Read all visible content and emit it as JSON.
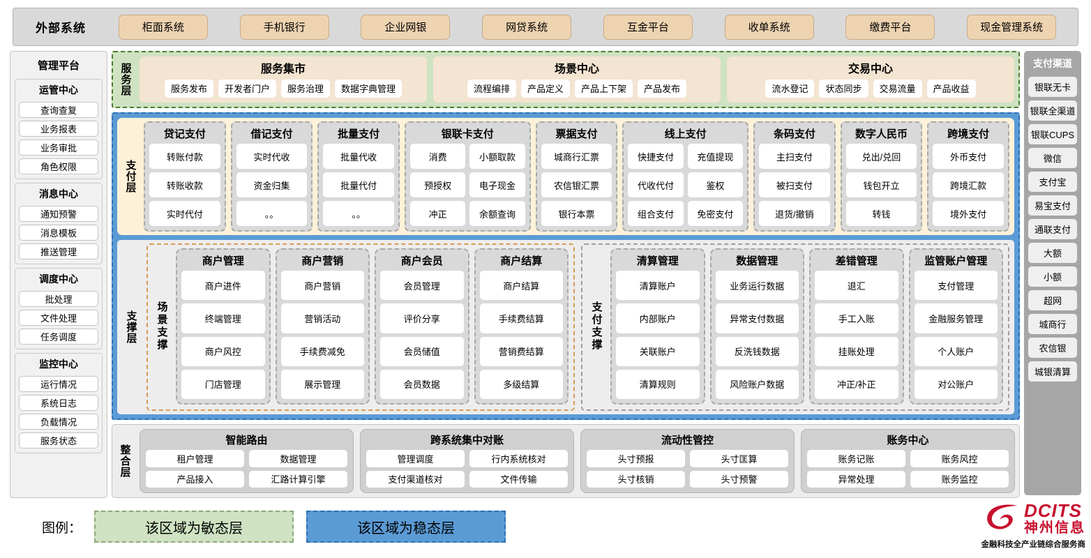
{
  "external": {
    "title": "外部系统",
    "items": [
      "柜面系统",
      "手机银行",
      "企业网银",
      "网贷系统",
      "互金平台",
      "收单系统",
      "缴费平台",
      "现金管理系统"
    ]
  },
  "left_sidebar": {
    "title": "管理平台",
    "groups": [
      {
        "title": "运管中心",
        "items": [
          "查询查复",
          "业务报表",
          "业务审批",
          "角色权限"
        ]
      },
      {
        "title": "消息中心",
        "items": [
          "通知预警",
          "消息模板",
          "推送管理"
        ]
      },
      {
        "title": "调度中心",
        "items": [
          "批处理",
          "文件处理",
          "任务调度"
        ]
      },
      {
        "title": "监控中心",
        "items": [
          "运行情况",
          "系统日志",
          "负载情况",
          "服务状态"
        ]
      }
    ]
  },
  "right_sidebar": {
    "title": "支付渠道",
    "items": [
      "银联无卡",
      "银联全渠道",
      "银联CUPS",
      "微信",
      "支付宝",
      "易宝支付",
      "通联支付",
      "大额",
      "小额",
      "超网",
      "城商行",
      "农信银",
      "城银清算"
    ]
  },
  "service_layer": {
    "label": "服务层",
    "panels": [
      {
        "title": "服务集市",
        "items": [
          "服务发布",
          "开发者门户",
          "服务治理",
          "数据字典管理"
        ]
      },
      {
        "title": "场景中心",
        "items": [
          "流程编排",
          "产品定义",
          "产品上下架",
          "产品发布"
        ]
      },
      {
        "title": "交易中心",
        "items": [
          "流水登记",
          "状态同步",
          "交易流量",
          "产品收益"
        ]
      }
    ]
  },
  "payment_layer": {
    "label": "支付层",
    "groups": [
      {
        "title": "贷记支付",
        "columns": 1,
        "items": [
          "转账付款",
          "转账收款",
          "实时代付"
        ]
      },
      {
        "title": "借记支付",
        "columns": 1,
        "items": [
          "实时代收",
          "资金归集",
          "。。"
        ]
      },
      {
        "title": "批量支付",
        "columns": 1,
        "items": [
          "批量代收",
          "批量代付",
          "。。"
        ]
      },
      {
        "title": "银联卡支付",
        "columns": 2,
        "items": [
          "消费",
          "小额取款",
          "预授权",
          "电子现金",
          "冲正",
          "余额查询"
        ]
      },
      {
        "title": "票据支付",
        "columns": 1,
        "items": [
          "城商行汇票",
          "农信银汇票",
          "银行本票"
        ]
      },
      {
        "title": "线上支付",
        "columns": 2,
        "items": [
          "快捷支付",
          "充值提现",
          "代收代付",
          "鉴权",
          "组合支付",
          "免密支付"
        ]
      },
      {
        "title": "条码支付",
        "columns": 1,
        "items": [
          "主扫支付",
          "被扫支付",
          "退货/撤销"
        ]
      },
      {
        "title": "数字人民币",
        "columns": 1,
        "items": [
          "兑出/兑回",
          "钱包开立",
          "转钱"
        ]
      },
      {
        "title": "跨境支付",
        "columns": 1,
        "items": [
          "外币支付",
          "跨境汇款",
          "境外支付"
        ]
      }
    ]
  },
  "support_layer": {
    "label": "支撑层",
    "scene": {
      "label": "场景支撑",
      "groups": [
        {
          "title": "商户管理",
          "items": [
            "商户进件",
            "终端管理",
            "商户风控",
            "门店管理"
          ]
        },
        {
          "title": "商户营销",
          "items": [
            "商户营销",
            "营销活动",
            "手续费减免",
            "展示管理"
          ]
        },
        {
          "title": "商户会员",
          "items": [
            "会员管理",
            "评价分享",
            "会员储值",
            "会员数据"
          ]
        },
        {
          "title": "商户结算",
          "items": [
            "商户结算",
            "手续费结算",
            "营销费结算",
            "多级结算"
          ]
        }
      ]
    },
    "paysupport": {
      "label": "支付支撑",
      "groups": [
        {
          "title": "清算管理",
          "items": [
            "清算账户",
            "内部账户",
            "关联账户",
            "清算规则"
          ]
        },
        {
          "title": "数据管理",
          "items": [
            "业务运行数据",
            "异常支付数据",
            "反洗钱数据",
            "风险账户数据"
          ]
        },
        {
          "title": "差错管理",
          "items": [
            "退汇",
            "手工入账",
            "挂账处理",
            "冲正/补正"
          ]
        },
        {
          "title": "监管账户管理",
          "items": [
            "支付管理",
            "金融服务管理",
            "个人账户",
            "对公账户"
          ]
        }
      ]
    }
  },
  "integration_layer": {
    "label": "整合层",
    "groups": [
      {
        "title": "智能路由",
        "items": [
          "租户管理",
          "数据管理",
          "产品接入",
          "汇路计算引擎"
        ]
      },
      {
        "title": "跨系统集中对账",
        "items": [
          "管理调度",
          "行内系统核对",
          "支付渠道核对",
          "文件传输"
        ]
      },
      {
        "title": "流动性管控",
        "items": [
          "头寸预报",
          "头寸匡算",
          "头寸核销",
          "头寸预警"
        ]
      },
      {
        "title": "账务中心",
        "items": [
          "账务记账",
          "账务风控",
          "异常处理",
          "账务监控"
        ]
      }
    ]
  },
  "legend": {
    "label": "图例：",
    "agile": "该区域为敏态层",
    "stable": "该区域为稳态层",
    "agile_color": "#cfe2c2",
    "stable_color": "#5b9bd5"
  },
  "logo": {
    "brand": "DCITS",
    "brand_cn": "神州信息",
    "tagline": "金融科技全产业链综合服务商",
    "color": "#c8102e"
  }
}
